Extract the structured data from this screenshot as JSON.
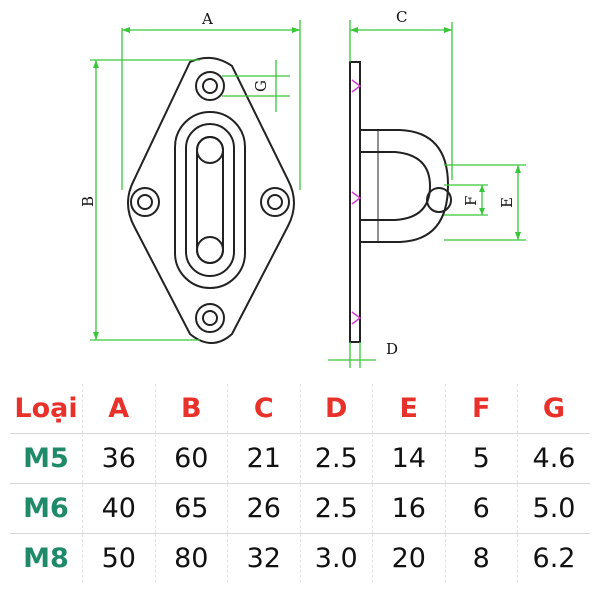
{
  "drawing": {
    "labels": {
      "A": "A",
      "B": "B",
      "C": "C",
      "D": "D",
      "E": "E",
      "F": "F",
      "G": "G"
    },
    "colors": {
      "outline": "#222222",
      "dimension": "#39c639",
      "accent": "#d23cd2"
    }
  },
  "table": {
    "headers": [
      "Loại",
      "A",
      "B",
      "C",
      "D",
      "E",
      "F",
      "G"
    ],
    "rows": [
      {
        "type": "M5",
        "values": [
          "36",
          "60",
          "21",
          "2.5",
          "14",
          "5",
          "4.6"
        ]
      },
      {
        "type": "M6",
        "values": [
          "40",
          "65",
          "26",
          "2.5",
          "16",
          "6",
          "5.0"
        ]
      },
      {
        "type": "M8",
        "values": [
          "50",
          "80",
          "32",
          "3.0",
          "20",
          "8",
          "6.2"
        ]
      }
    ],
    "colors": {
      "header": "#e8312a",
      "type": "#1f8a6a",
      "value": "#111111"
    }
  }
}
